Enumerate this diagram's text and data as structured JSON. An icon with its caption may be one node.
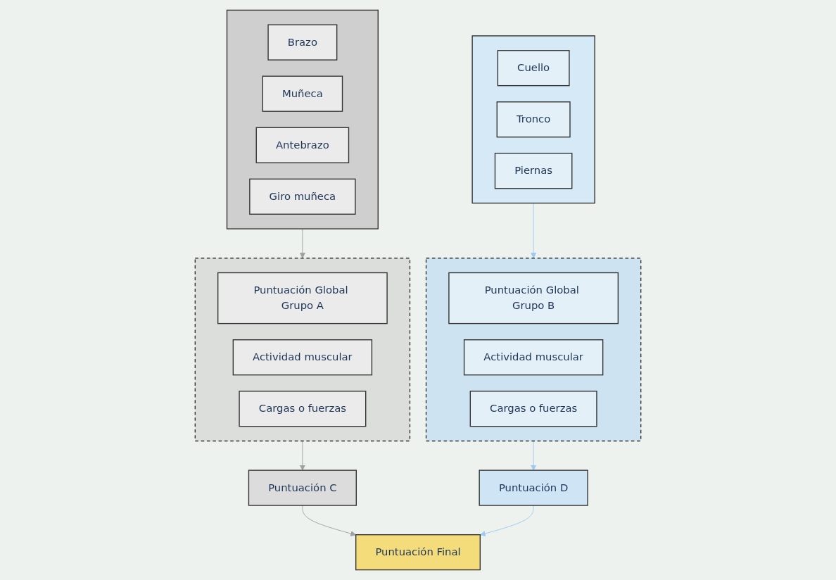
{
  "diagram": {
    "nodes": [
      {
        "text": [],
        "shape": "box"
      },
      {
        "text": [
          "Brazo"
        ],
        "in": 0
      },
      {
        "text": [
          "Muñeca"
        ],
        "in": 0
      },
      {
        "text": [
          "Antebrazo"
        ],
        "in": 0
      },
      {
        "text": [
          "Giro muñeca"
        ],
        "in": 0
      },
      {
        "text": [],
        "shape": "box"
      },
      {
        "text": [
          "Cuello"
        ],
        "in": 5
      },
      {
        "text": [
          "Tronco"
        ],
        "in": 5
      },
      {
        "text": [
          "Piernas"
        ],
        "in": 5
      },
      {
        "text": [],
        "shape": "box"
      },
      {
        "text": [
          "Puntuación Global Grupo A"
        ],
        "in": 9
      },
      {
        "text": [
          "Actividad muscular"
        ],
        "in": 9
      },
      {
        "text": [
          "Cargas o fuerzas"
        ],
        "in": 9
      },
      {
        "text": [],
        "shape": "box"
      },
      {
        "text": [
          "Puntuación Global Grupo B"
        ],
        "in": 13
      },
      {
        "text": [
          "Actividad muscular"
        ],
        "in": 13
      },
      {
        "text": [
          "Cargas o fuerzas"
        ],
        "in": 13
      },
      {
        "text": [
          "Puntuación C"
        ]
      },
      {
        "text": [
          "Puntuación D"
        ]
      },
      {
        "text": [
          "Puntuación Final"
        ]
      }
    ],
    "edges": [
      {
        "from": 0,
        "to": 9,
        "arrow": "to",
        "color": "#a0a0a0"
      },
      {
        "from": 5,
        "to": 13,
        "arrow": "to",
        "color": "#9ccaf0"
      },
      {
        "from": 9,
        "to": 17,
        "arrow": "to",
        "color": "#a0a0a0"
      },
      {
        "from": 13,
        "to": 18,
        "arrow": "to",
        "color": "#9ccaf0"
      },
      {
        "from": 17,
        "to": 19,
        "arrow": "to",
        "color": "#a0a0a0"
      },
      {
        "from": 18,
        "to": 19,
        "arrow": "to",
        "color": "#9ccaf0"
      }
    ]
  }
}
